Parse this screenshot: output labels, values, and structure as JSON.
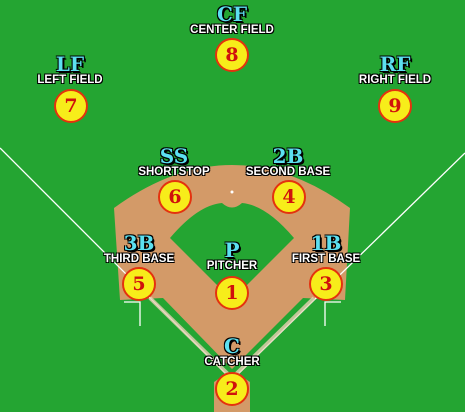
{
  "positions": [
    {
      "key": "cf",
      "abbr": "CF",
      "name": "CENTER FIELD",
      "number": "8"
    },
    {
      "key": "lf",
      "abbr": "LF",
      "name": "LEFT FIELD",
      "number": "7"
    },
    {
      "key": "rf",
      "abbr": "RF",
      "name": "RIGHT FIELD",
      "number": "9"
    },
    {
      "key": "ss",
      "abbr": "SS",
      "name": "SHORTSTOP",
      "number": "6"
    },
    {
      "key": "2b",
      "abbr": "2B",
      "name": "SECOND BASE",
      "number": "4"
    },
    {
      "key": "3b",
      "abbr": "3B",
      "name": "THIRD BASE",
      "number": "5"
    },
    {
      "key": "p",
      "abbr": "P",
      "name": "PITCHER",
      "number": "1"
    },
    {
      "key": "1b",
      "abbr": "1B",
      "name": "FIRST BASE",
      "number": "3"
    },
    {
      "key": "c",
      "abbr": "C",
      "name": "CATCHER",
      "number": "2"
    }
  ],
  "colors": {
    "grass": "#24a532",
    "dirt": "#d39a68",
    "chalk": "#ffffff",
    "abbr_text": "#5ce0f0",
    "number_fill": "#f7ed1a",
    "number_text": "#d0110c"
  }
}
